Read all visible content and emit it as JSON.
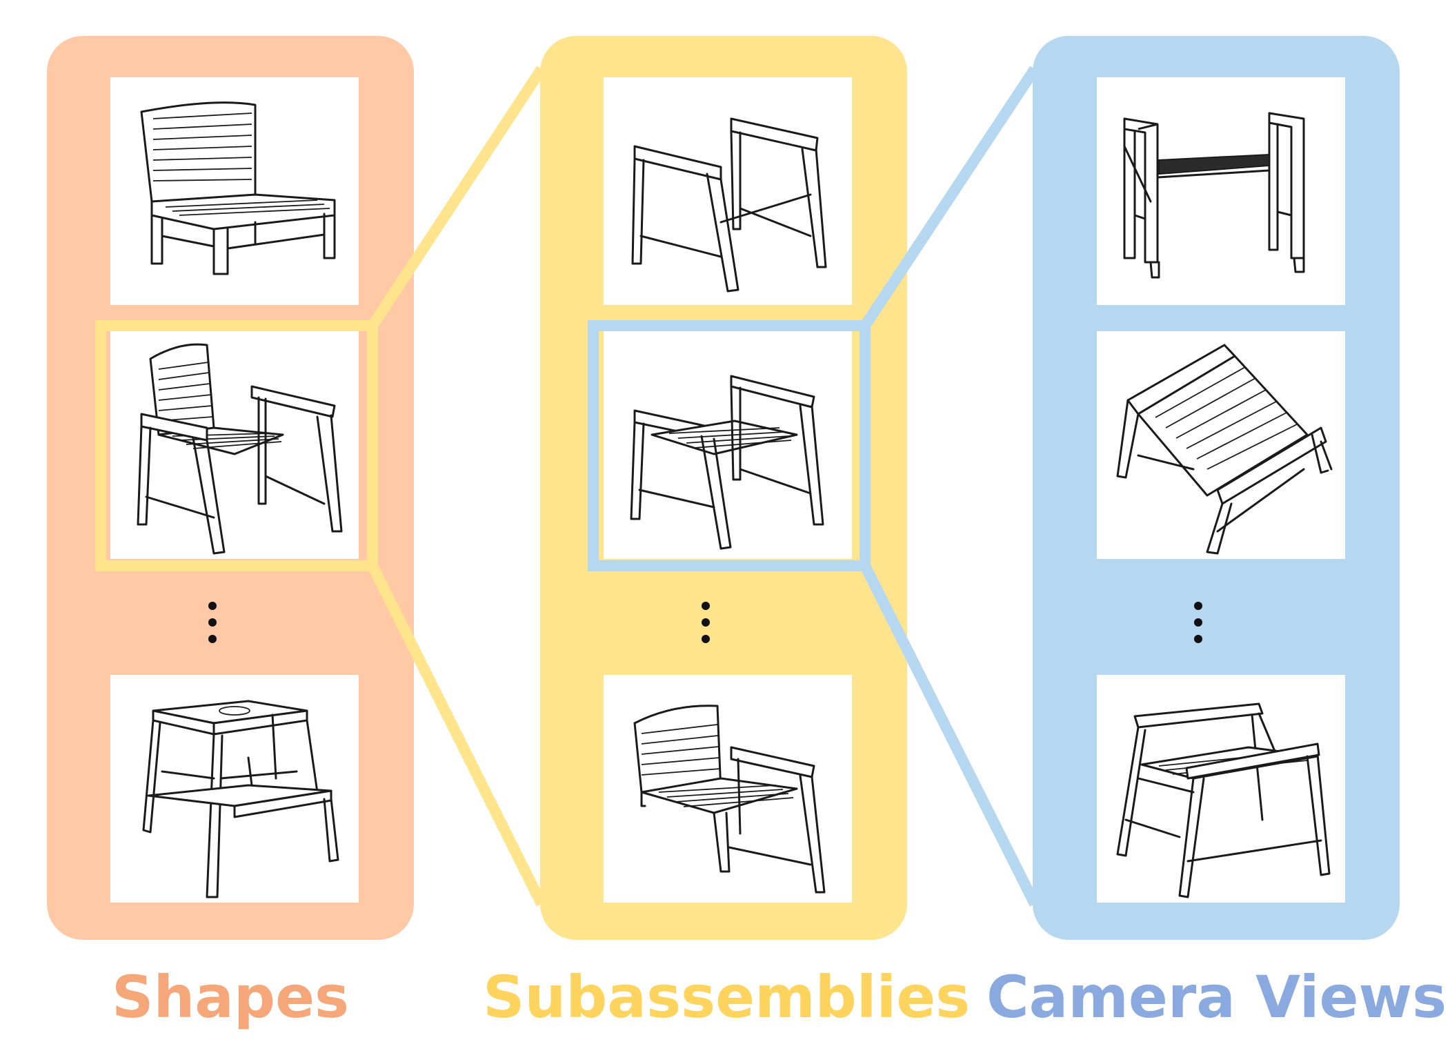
{
  "columns": [
    {
      "label": "Shapes",
      "background": "#FFC9A6",
      "text_color": "#F5A77A"
    },
    {
      "label": "Subassemblies",
      "background": "#FEE48C",
      "text_color": "#FED45E"
    },
    {
      "label": "Camera Views",
      "background": "#B5D7F0",
      "text_color": "#8AA9DE"
    }
  ],
  "highlight_colors": {
    "yellow": "#FEE48C",
    "blue": "#B5D7F0"
  },
  "icons": [
    "slatted-lounge-chair-icon",
    "armchair-icon",
    "step-stool-icon",
    "armchair-frame-icon",
    "armchair-seat-subassembly-icon",
    "corner-chair-icon",
    "front-view-frame-icon",
    "top-down-armchair-icon",
    "low-angle-armchair-icon",
    "vertical-ellipsis-icon"
  ]
}
